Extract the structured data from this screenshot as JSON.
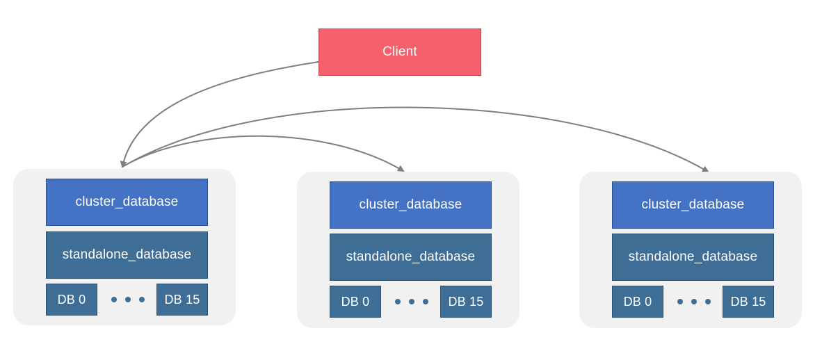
{
  "client": {
    "label": "Client"
  },
  "nodes": [
    {
      "cluster_label": "cluster_database",
      "standalone_label": "standalone_database",
      "db_first": "DB 0",
      "db_last": "DB 15"
    },
    {
      "cluster_label": "cluster_database",
      "standalone_label": "standalone_database",
      "db_first": "DB 0",
      "db_last": "DB 15"
    },
    {
      "cluster_label": "cluster_database",
      "standalone_label": "standalone_database",
      "db_first": "DB 0",
      "db_last": "DB 15"
    }
  ],
  "colors": {
    "client": "#f4606c",
    "cluster": "#4472c4",
    "standalone": "#3e6d96",
    "node_background": "#f1f1f1",
    "connector": "#7f7f7f"
  }
}
